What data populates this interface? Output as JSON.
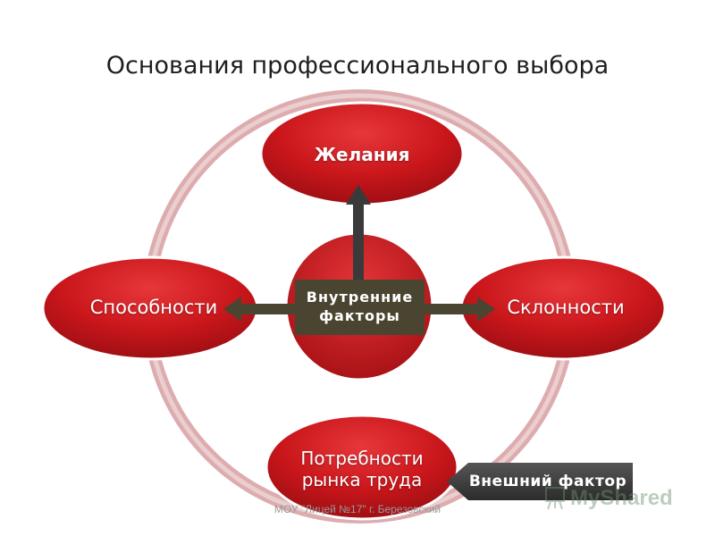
{
  "title": "Основания профессионального выбора",
  "center": {
    "line1": "Внутренние",
    "line2": "факторы"
  },
  "nodes": {
    "top": "Желания",
    "left": "Способности",
    "right": "Склонности",
    "bottom_line1": "Потребности",
    "bottom_line2": "рынка труда"
  },
  "external_factor": "Внешний фактор",
  "footer": "МОУ \"Лицей №17\" г. Березовский",
  "watermark": "MyShared",
  "colors": {
    "node_red": "#c8161b",
    "ring": "#d9a3a6",
    "arrow_dark": "#4a4530",
    "external_arrow": "#3c3c3c"
  },
  "icons": {
    "watermark": "presentation-board-icon"
  }
}
